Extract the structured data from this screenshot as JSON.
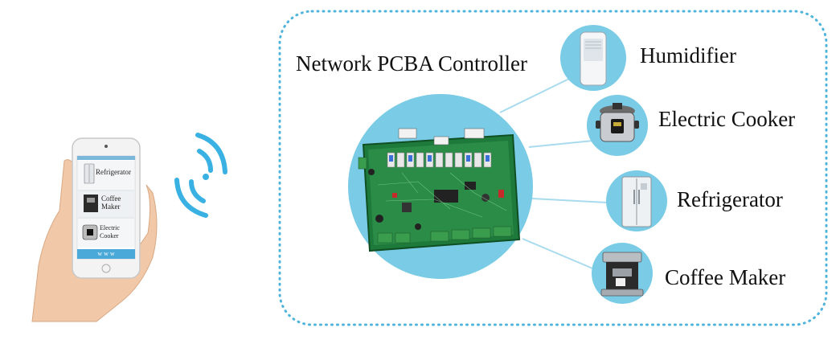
{
  "diagram": {
    "controller_label": "Network PCBA Controller",
    "appliances": [
      {
        "label": "Humidifier",
        "icon": "humidifier-icon"
      },
      {
        "label": "Electric Cooker",
        "icon": "electric-cooker-icon"
      },
      {
        "label": "Refrigerator",
        "icon": "refrigerator-icon"
      },
      {
        "label": "Coffee Maker",
        "icon": "coffee-maker-icon"
      }
    ],
    "phone": {
      "items": [
        {
          "label": "Refrigerator"
        },
        {
          "label": "Coffee Maker"
        },
        {
          "label": "Electric Cooker"
        }
      ],
      "footer": "w w w"
    },
    "colors": {
      "circle": "#79cbe6",
      "border": "#4fb4dc",
      "wifi": "#3ab1e3",
      "pcb": "#1e7a3a",
      "connector_line": "#a9dbef"
    }
  }
}
